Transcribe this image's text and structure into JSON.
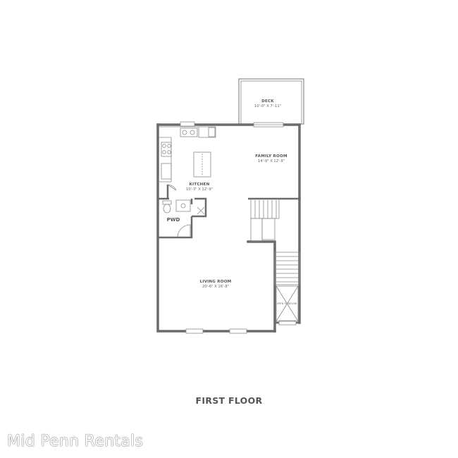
{
  "floor_title": "FIRST FLOOR",
  "watermark": "Mid Penn Rentals",
  "rooms": {
    "deck": {
      "name": "DECK",
      "dims": "10'-0\" X 7'-11\""
    },
    "family_room": {
      "name": "FAMILY ROOM",
      "dims": "14'-9\" X 12'-9\""
    },
    "kitchen": {
      "name": "KITCHEN",
      "dims": "10'-3\" X 12'-9\""
    },
    "pwd": {
      "name": "PWD"
    },
    "living_room": {
      "name": "LIVING ROOM",
      "dims": "20'-6\" X 16'-8\""
    }
  },
  "annotations": {
    "open_to_below": "OPEN TO BELOW"
  },
  "colors": {
    "wall": "#6b6b6b",
    "thin": "#8a8a8a",
    "text": "#555555"
  }
}
